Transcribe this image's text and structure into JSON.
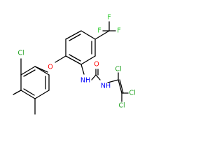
{
  "molecule": {
    "atom_labels": {
      "fluorine_top": "F",
      "fluorine_left": "F",
      "fluorine_right": "F",
      "chlorine_aryl": "Cl",
      "oxygen_ether": "O",
      "nitrogen_amide_left": "NH",
      "oxygen_carbonyl": "O",
      "nitrogen_amide_right": "NH",
      "chlorine_vinyl_top": "Cl",
      "chlorine_vinyl_right": "Cl",
      "chlorine_vinyl_bottom": "Cl"
    },
    "colors": {
      "bond": "#000000",
      "fluorine": "#33cc33",
      "chlorine": "#1fa01f",
      "oxygen": "#ff0000",
      "nitrogen": "#0000ff",
      "background": "#ffffff"
    }
  }
}
